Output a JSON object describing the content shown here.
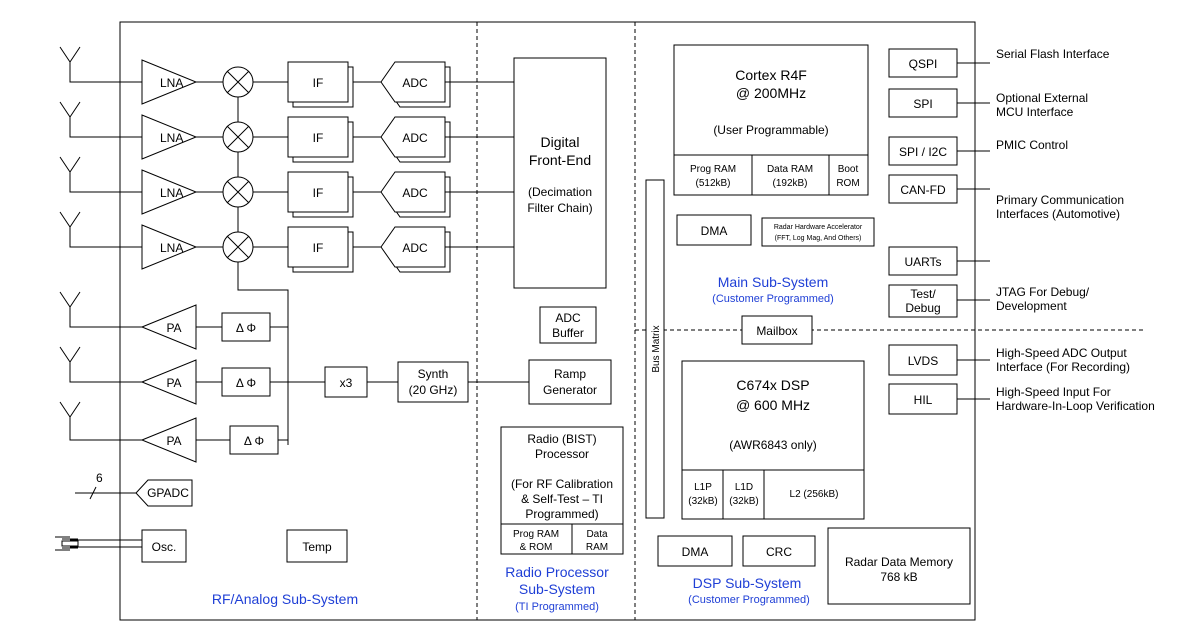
{
  "rf_chain": {
    "lna": [
      "LNA",
      "LNA",
      "LNA",
      "LNA"
    ],
    "if": [
      "IF",
      "IF",
      "IF",
      "IF"
    ],
    "adc": [
      "ADC",
      "ADC",
      "ADC",
      "ADC"
    ],
    "pa": [
      "PA",
      "PA",
      "PA"
    ],
    "phase": [
      "Δ Φ",
      "Δ Φ",
      "Δ Φ"
    ],
    "x3": "x3",
    "synth": [
      "Synth",
      "(20 GHz)"
    ],
    "gpadc": "GPADC",
    "gpadc_count": "6",
    "osc": "Osc.",
    "temp": "Temp",
    "subsystem_label": "RF/Analog Sub-System"
  },
  "dfe": {
    "title": [
      "Digital",
      "Front-End"
    ],
    "desc": [
      "(Decimation",
      "Filter Chain)"
    ]
  },
  "adc_buffer": [
    "ADC",
    "Buffer"
  ],
  "ramp": [
    "Ramp",
    "Generator"
  ],
  "bist": {
    "title": [
      "Radio (BIST)",
      "Processor"
    ],
    "desc": [
      "(For RF Calibration",
      "& Self-Test  – TI",
      "Programmed)"
    ],
    "prog": [
      "Prog RAM",
      "& ROM"
    ],
    "data": [
      "Data",
      "RAM"
    ]
  },
  "radio_subsystem": [
    "Radio Processor",
    "Sub-System",
    "(TI Programmed)"
  ],
  "bus_matrix": "Bus Matrix",
  "cortex": {
    "title": [
      "Cortex R4F",
      "@ 200MHz"
    ],
    "note": "(User Programmable)",
    "prog_ram": [
      "Prog RAM",
      "(512kB)"
    ],
    "data_ram": [
      "Data RAM",
      "(192kB)"
    ],
    "boot_rom": [
      "Boot",
      "ROM"
    ]
  },
  "main_dma": "DMA",
  "hwa": [
    "Radar Hardware Accelerator",
    "(FFT, Log Mag, And Others)"
  ],
  "main_subsystem": [
    "Main Sub-System",
    "(Customer Programmed)"
  ],
  "mailbox": "Mailbox",
  "dsp": {
    "title": [
      "C674x DSP",
      "@ 600 MHz"
    ],
    "note": "(AWR6843 only)",
    "l1p": [
      "L1P",
      "(32kB)"
    ],
    "l1d": [
      "L1D",
      "(32kB)"
    ],
    "l2": "L2 (256kB)"
  },
  "dsp_dma": "DMA",
  "crc": "CRC",
  "radar_mem": [
    "Radar Data Memory",
    "768 kB"
  ],
  "dsp_subsystem": [
    "DSP Sub-System",
    "(Customer Programmed)"
  ],
  "interfaces": {
    "qspi": "QSPI",
    "spi": "SPI",
    "spi_i2c": "SPI / I2C",
    "canfd": "CAN-FD",
    "uarts": "UARTs",
    "test_debug": [
      "Test/",
      "Debug"
    ],
    "lvds": "LVDS",
    "hil": "HIL"
  },
  "interface_labels": {
    "qspi": [
      "Serial Flash Interface"
    ],
    "spi": [
      "Optional External",
      "MCU Interface"
    ],
    "spi_i2c": [
      "PMIC Control"
    ],
    "canfd": [
      "Primary Communication",
      "Interfaces (Automotive)"
    ],
    "test_debug": [
      "JTAG For Debug/",
      "Development"
    ],
    "lvds": [
      "High-Speed ADC Output",
      "Interface (For Recording)"
    ],
    "hil": [
      "High-Speed Input For",
      "Hardware-In-Loop Verification"
    ]
  },
  "colors": {
    "subsystem_label": "#1f3fd6"
  }
}
